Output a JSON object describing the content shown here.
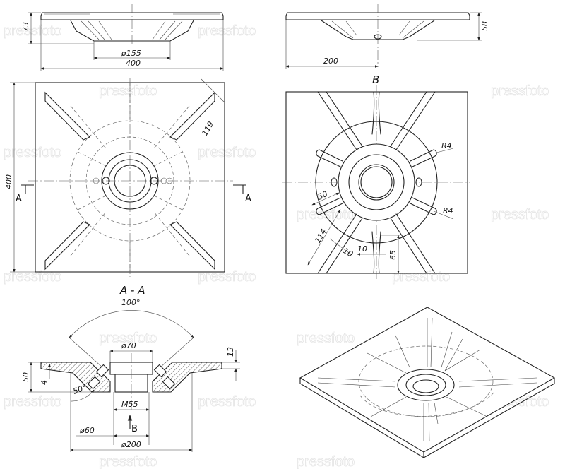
{
  "watermark": "pressfoto",
  "side_view_left": {
    "height": "73",
    "dia_bottom": "ø155",
    "width": "400"
  },
  "side_view_right": {
    "half_width": "200",
    "height": "58"
  },
  "plan_view": {
    "size": "400",
    "slot": "119",
    "section_mark_left": "A",
    "section_mark_right": "A"
  },
  "view_b": {
    "title": "B",
    "r_top": "R4",
    "r_bottom": "R4",
    "d50": "50",
    "d114": "114",
    "d10a": "10",
    "d10b": "10",
    "d65": "65"
  },
  "section_aa": {
    "title": "A - A",
    "angle_top": "100°",
    "dia70": "ø70",
    "thick": "13",
    "height": "50",
    "d4": "4",
    "angle_side": "50°",
    "thread": "M55",
    "view_arrow": "B",
    "dia60": "ø60",
    "dia200": "ø200"
  }
}
